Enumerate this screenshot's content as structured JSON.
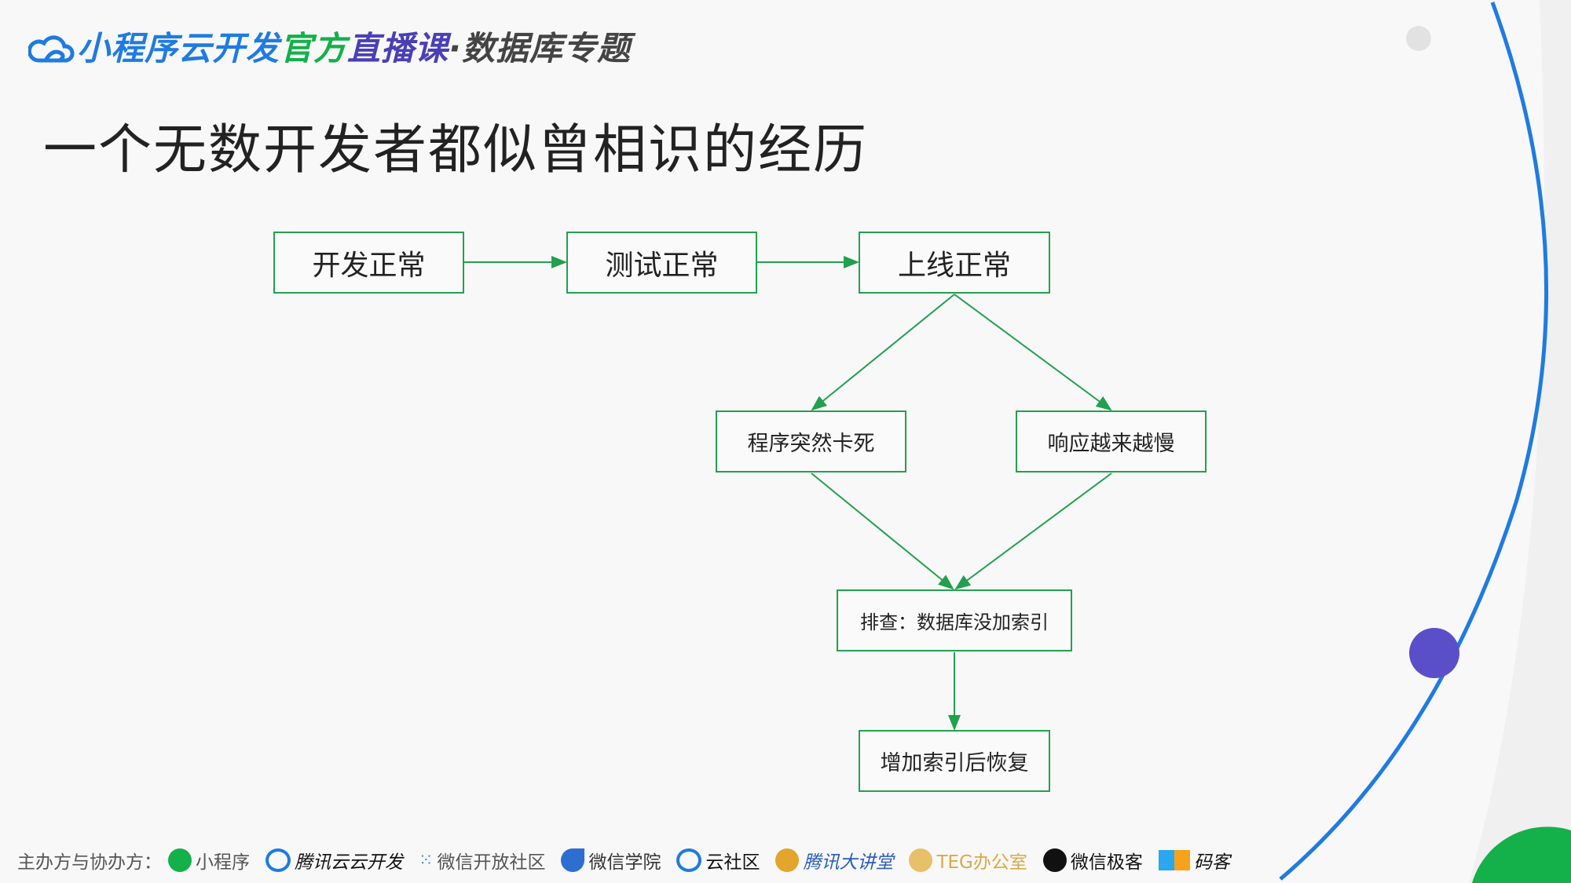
{
  "header": {
    "part1": "小程序云开发",
    "part2": "官方",
    "part3": "直播课",
    "part4": "·数据库专题",
    "logo_icon": "cloud-icon"
  },
  "slide_title": "一个无数开发者都似曾相识的经历",
  "flow": {
    "dev_ok": "开发正常",
    "test_ok": "测试正常",
    "online_ok": "上线正常",
    "freeze": "程序突然卡死",
    "slow": "响应越来越慢",
    "diagnose": "排查：数据库没加索引",
    "recover": "增加索引后恢复"
  },
  "footer": {
    "label": "主办方与协办方：",
    "logos": [
      "小程序",
      "腾讯云云开发",
      "微信开放社区",
      "微信学院",
      "云社区",
      "腾讯大讲堂",
      "TEG办公室",
      "微信极客",
      "码客"
    ]
  },
  "colors": {
    "blue": "#1f7be0",
    "green": "#14b04a",
    "purple": "#5b4fc9",
    "line": "#22a04f"
  }
}
